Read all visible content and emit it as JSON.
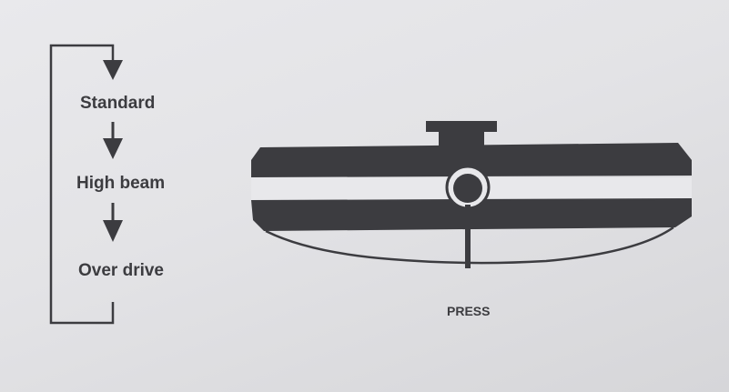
{
  "modes": [
    "Standard",
    "High beam",
    "Over drive"
  ],
  "press_label": "PRESS",
  "colors": {
    "ink": "#3c3c40",
    "paper": "#e6e6e9"
  }
}
